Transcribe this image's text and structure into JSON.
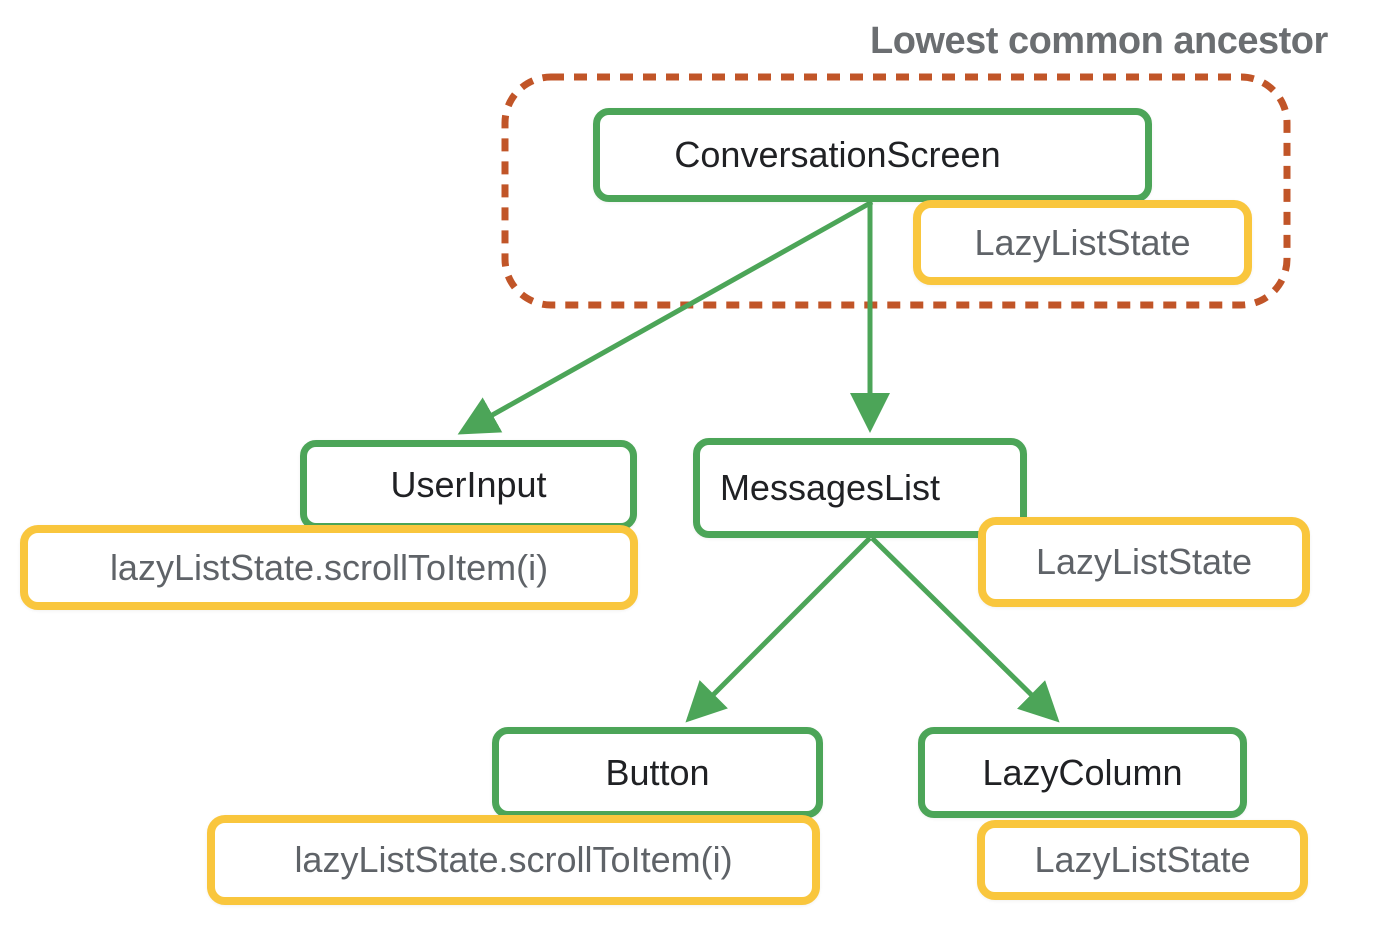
{
  "title": "Lowest common ancestor",
  "colors": {
    "node_border_green": "#4CA558",
    "state_border_yellow": "#F9C63D",
    "boundary_dashed_orange": "#C15528",
    "node_label_text": "#202124",
    "state_label_text": "#5F6368",
    "title_text": "#6B6E71"
  },
  "nodes": {
    "conversation_screen": {
      "label": "ConversationScreen",
      "state": "LazyListState"
    },
    "user_input": {
      "label": "UserInput",
      "state": "lazyListState.scrollToItem(i)"
    },
    "messages_list": {
      "label": "MessagesList",
      "state": "LazyListState"
    },
    "button": {
      "label": "Button",
      "state": "lazyListState.scrollToItem(i)"
    },
    "lazy_column": {
      "label": "LazyColumn",
      "state": "LazyListState"
    }
  },
  "edges": [
    {
      "from": "ConversationScreen",
      "to": "UserInput"
    },
    {
      "from": "ConversationScreen",
      "to": "MessagesList"
    },
    {
      "from": "MessagesList",
      "to": "Button"
    },
    {
      "from": "MessagesList",
      "to": "LazyColumn"
    }
  ]
}
